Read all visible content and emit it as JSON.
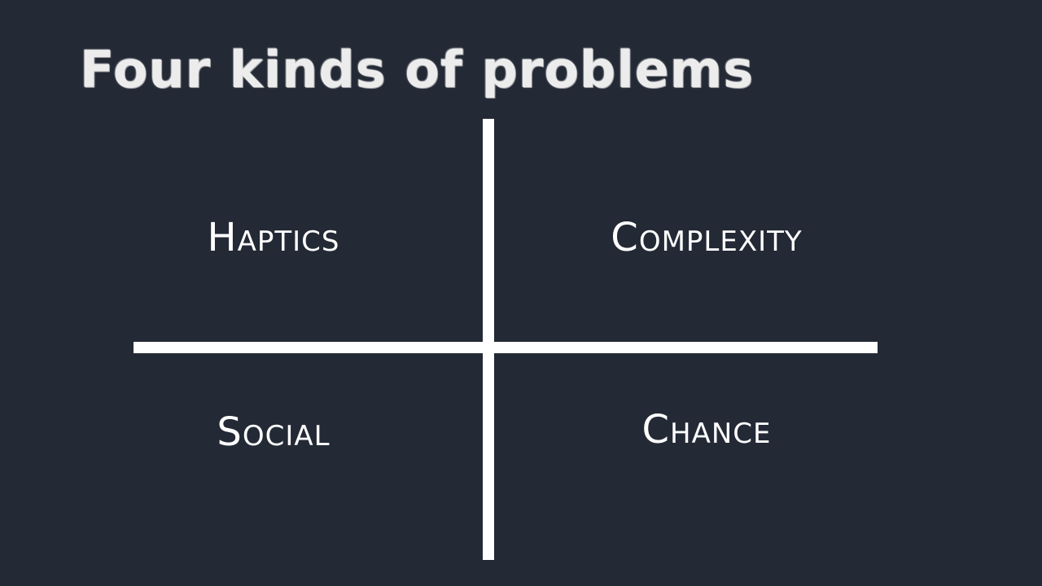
{
  "slide": {
    "title": "Four kinds of problems",
    "quadrants": {
      "top_left": "Haptics",
      "top_right": "Complexity",
      "bottom_left": "Social",
      "bottom_right": "Chance"
    },
    "colors": {
      "background": "#232935",
      "foreground": "#ffffff"
    }
  }
}
